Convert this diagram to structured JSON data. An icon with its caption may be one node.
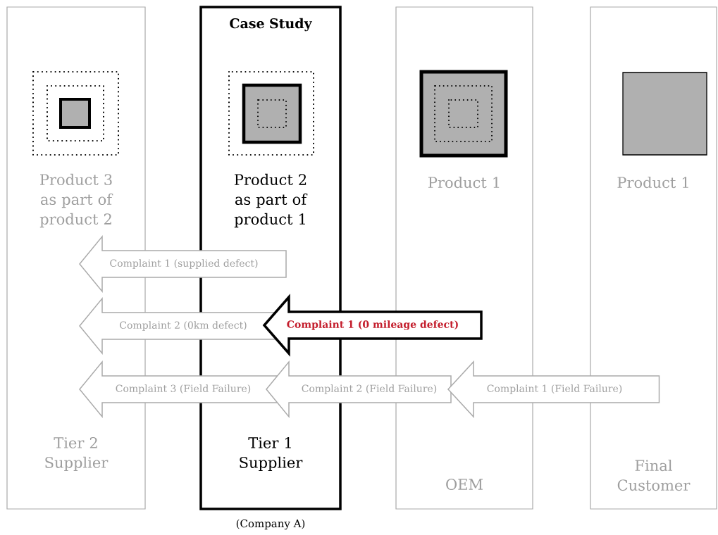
{
  "diagram": {
    "nodes": [
      {
        "text": [
          "Product 3 as part of product 2",
          "Tier 2 Supplier"
        ]
      },
      {
        "text": [
          "Case Study",
          "Product 2 as part of product 1",
          "Tier 1 Supplier"
        ],
        "beside": [
          "(Company A)"
        ]
      },
      {
        "text": [
          "Product 1",
          "OEM"
        ]
      },
      {
        "text": [
          "Product 1",
          "Final Customer"
        ]
      }
    ],
    "edges": [
      {
        "from": 1,
        "to": 0,
        "arrow": "to",
        "label": "Complaint  1 (supplied defect)"
      },
      {
        "from": 1,
        "to": 0,
        "arrow": "to",
        "label": "Complaint 2 (0km defect)"
      },
      {
        "from": 2,
        "to": 1,
        "arrow": "to",
        "label": "Complaint 1 (0 mileage defect)",
        "style": "thick",
        "color": "#000000"
      },
      {
        "from": 1,
        "to": 0,
        "arrow": "to",
        "label": "Complaint 3 (Field Failure)"
      },
      {
        "from": 2,
        "to": 1,
        "arrow": "to",
        "label": "Complaint 2 (Field Failure)"
      },
      {
        "from": 3,
        "to": 2,
        "arrow": "to",
        "label": "Complaint 1 (Field Failure)"
      }
    ]
  }
}
